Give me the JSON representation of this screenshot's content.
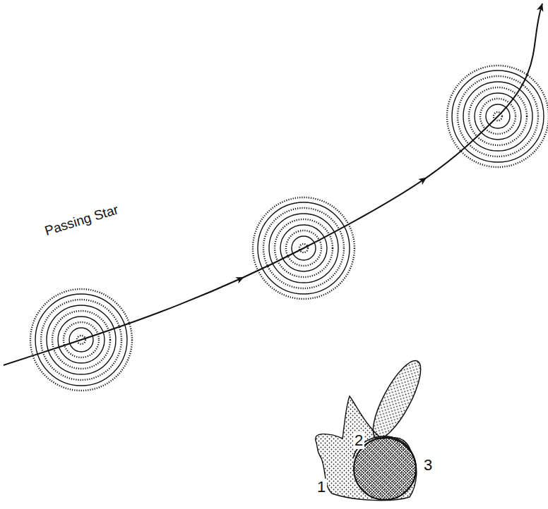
{
  "diagram": {
    "labels": [
      "Passing Star",
      "1",
      "2",
      "3"
    ]
  }
}
